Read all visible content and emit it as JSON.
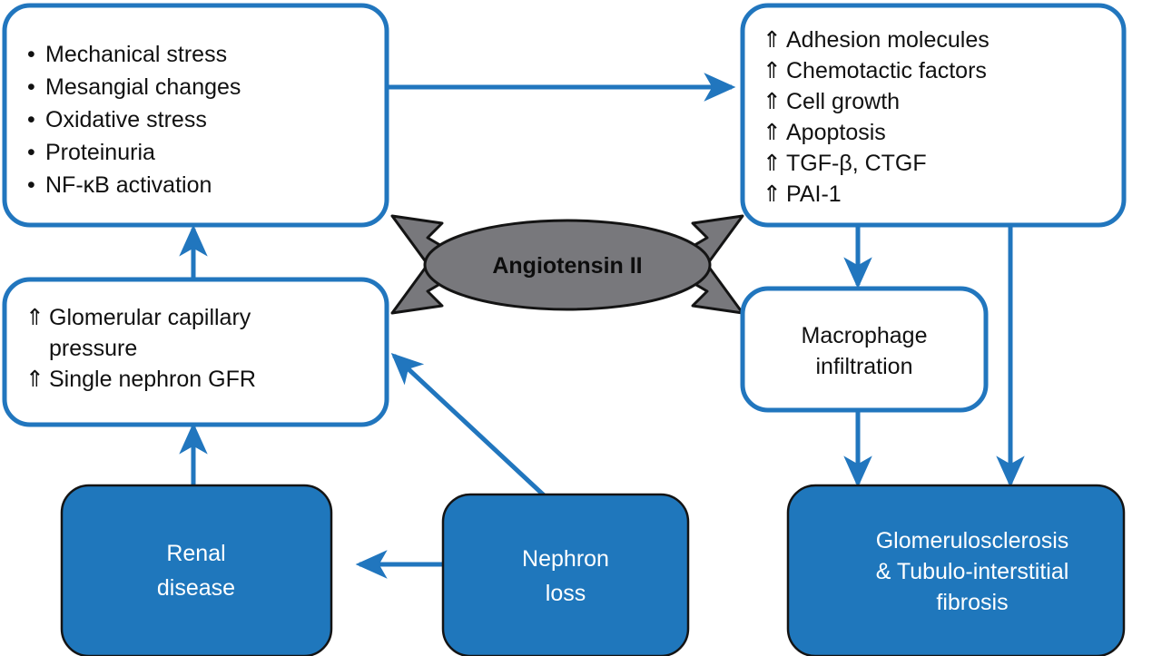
{
  "meta": {
    "title": "Angiotensin II in renal disease progression",
    "type": "flow-diagram"
  },
  "colors": {
    "stroke_blue": "#2176be",
    "fill_blue": "#1f77bc",
    "ellipse_gray": "#78787c",
    "ellipse_outline": "#111111",
    "text_dark": "#111111",
    "text_light": "#ffffff",
    "background": "#ffffff"
  },
  "nodes": {
    "upstream_factors": {
      "id": "upstream-factors-box",
      "style": "outlined",
      "bullet_glyph": "•",
      "items": [
        "Mechanical stress",
        "Mesangial changes",
        "Oxidative stress",
        "Proteinuria",
        "NF-κB activation"
      ]
    },
    "downstream_mediators": {
      "id": "downstream-mediators-box",
      "style": "outlined",
      "bullet_glyph": "⇑",
      "items": [
        "Adhesion molecules",
        "Chemotactic factors",
        "Cell growth",
        "Apoptosis",
        "TGF-β, CTGF",
        "PAI-1"
      ]
    },
    "hemodynamics": {
      "id": "hemodynamics-box",
      "style": "outlined",
      "bullet_glyph": "⇑",
      "lines": [
        {
          "glyph": "⇑",
          "text": "Glomerular capillary"
        },
        {
          "glyph": "",
          "text": "pressure"
        },
        {
          "glyph": "⇑",
          "text": "Single nephron GFR"
        }
      ]
    },
    "angiotensin": {
      "id": "angiotensin-ellipse",
      "style": "ellipse-gray",
      "label": "Angiotensin II"
    },
    "macrophage": {
      "id": "macrophage-box",
      "style": "outlined",
      "lines": [
        "Macrophage",
        "infiltration"
      ]
    },
    "renal_disease": {
      "id": "renal-disease-box",
      "style": "filled",
      "lines": [
        "Renal",
        "disease"
      ]
    },
    "nephron_loss": {
      "id": "nephron-loss-box",
      "style": "filled",
      "lines": [
        "Nephron",
        "loss"
      ]
    },
    "fibrosis": {
      "id": "fibrosis-box",
      "style": "filled",
      "lines": [
        "Glomerulosclerosis",
        "& Tubulo-interstitial",
        "fibrosis"
      ]
    }
  },
  "connectors": [
    {
      "name": "upstream-to-mediators",
      "from": "upstream_factors",
      "to": "downstream_mediators",
      "direction": "right"
    },
    {
      "name": "hemodynamics-to-upstream",
      "from": "hemodynamics",
      "to": "upstream_factors",
      "direction": "up"
    },
    {
      "name": "renal-disease-to-hemodynamics",
      "from": "renal_disease",
      "to": "hemodynamics",
      "direction": "up"
    },
    {
      "name": "nephron-loss-to-renal-disease",
      "from": "nephron_loss",
      "to": "renal_disease",
      "direction": "left"
    },
    {
      "name": "nephron-loss-to-hemodynamics",
      "from": "nephron_loss",
      "to": "hemodynamics",
      "direction": "diagonal-up-left"
    },
    {
      "name": "mediators-to-macrophage",
      "from": "downstream_mediators",
      "to": "macrophage",
      "direction": "down"
    },
    {
      "name": "mediators-to-fibrosis",
      "from": "downstream_mediators",
      "to": "fibrosis",
      "direction": "down"
    },
    {
      "name": "macrophage-to-fibrosis",
      "from": "macrophage",
      "to": "fibrosis",
      "direction": "down"
    }
  ],
  "ellipse_arrows": [
    "up-left",
    "up-right",
    "down-left",
    "down-right"
  ]
}
